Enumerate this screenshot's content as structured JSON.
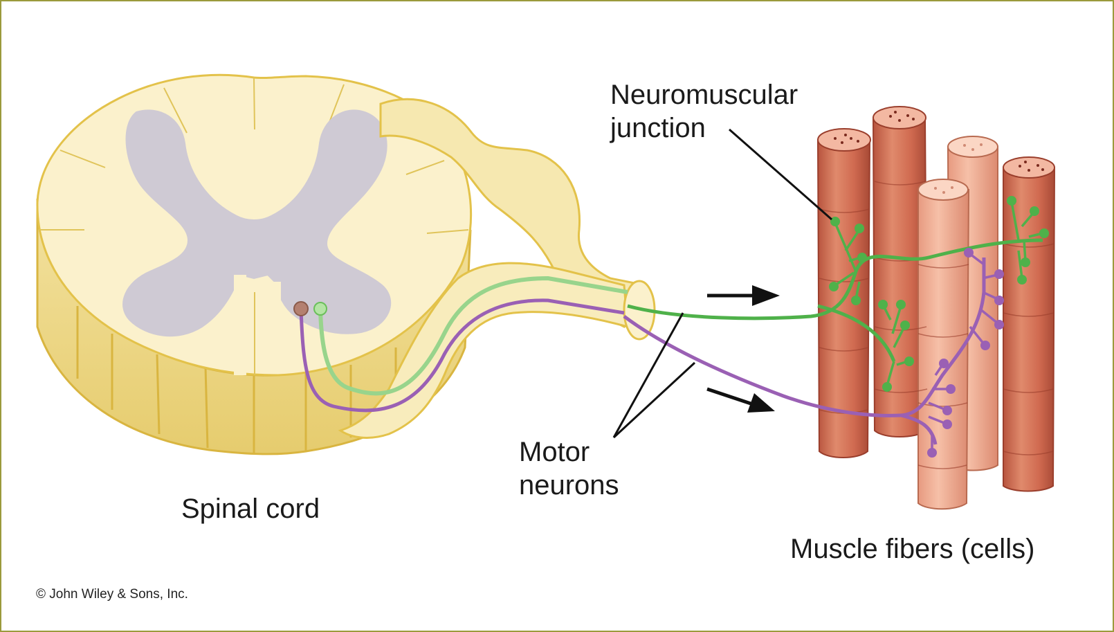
{
  "labels": {
    "spinal_cord": "Spinal cord",
    "neuromuscular_line1": "Neuromuscular",
    "neuromuscular_line2": "junction",
    "motor_line1": "Motor",
    "motor_line2": "neurons",
    "muscle_fibers": "Muscle fibers (cells)",
    "copyright": "© John Wiley & Sons, Inc."
  },
  "colors": {
    "frame": "#9b9a3c",
    "spinal_white_matter": "#f9efc4",
    "spinal_outline": "#e3c24a",
    "gray_matter": "#cfcad4",
    "green_neuron": "#4fb14a",
    "light_green_neuron": "#98d48c",
    "purple_neuron": "#9a60b4",
    "muscle": "#d8735a",
    "muscle_light": "#f2b49c",
    "arrow": "#111111"
  },
  "icons": [
    "spinal-cord-illustration",
    "muscle-fibers-illustration",
    "arrow-right-icon"
  ]
}
